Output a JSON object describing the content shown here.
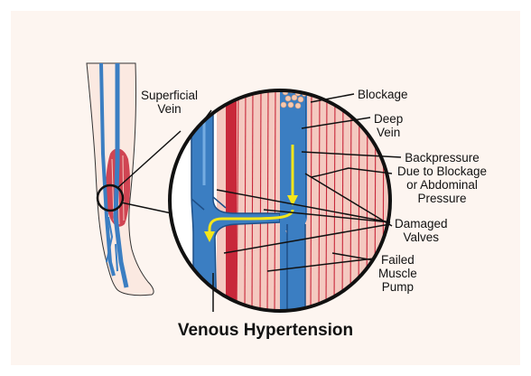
{
  "labels": {
    "superficial_vein": [
      "Superficial",
      "Vein"
    ],
    "blockage": "Blockage",
    "deep_vein": [
      "Deep",
      "Vein"
    ],
    "backpressure": [
      "Backpressure",
      "Due to Blockage",
      "or Abdominal",
      "Pressure"
    ],
    "damaged_valves": [
      "Damaged",
      "Valves"
    ],
    "failed_muscle_pump": [
      "Failed",
      "Muscle",
      "Pump"
    ]
  },
  "title": "Venous Hypertension",
  "colors": {
    "vein_blue": "#3b7ec2",
    "vein_light": "#6fa8dc",
    "muscle_red": "#c8283a",
    "muscle_bg": "#f4c9c0",
    "skin": "#fbe9e1",
    "arrow_yellow": "#f5e61a",
    "panel_bg": "#fdf5f0"
  }
}
